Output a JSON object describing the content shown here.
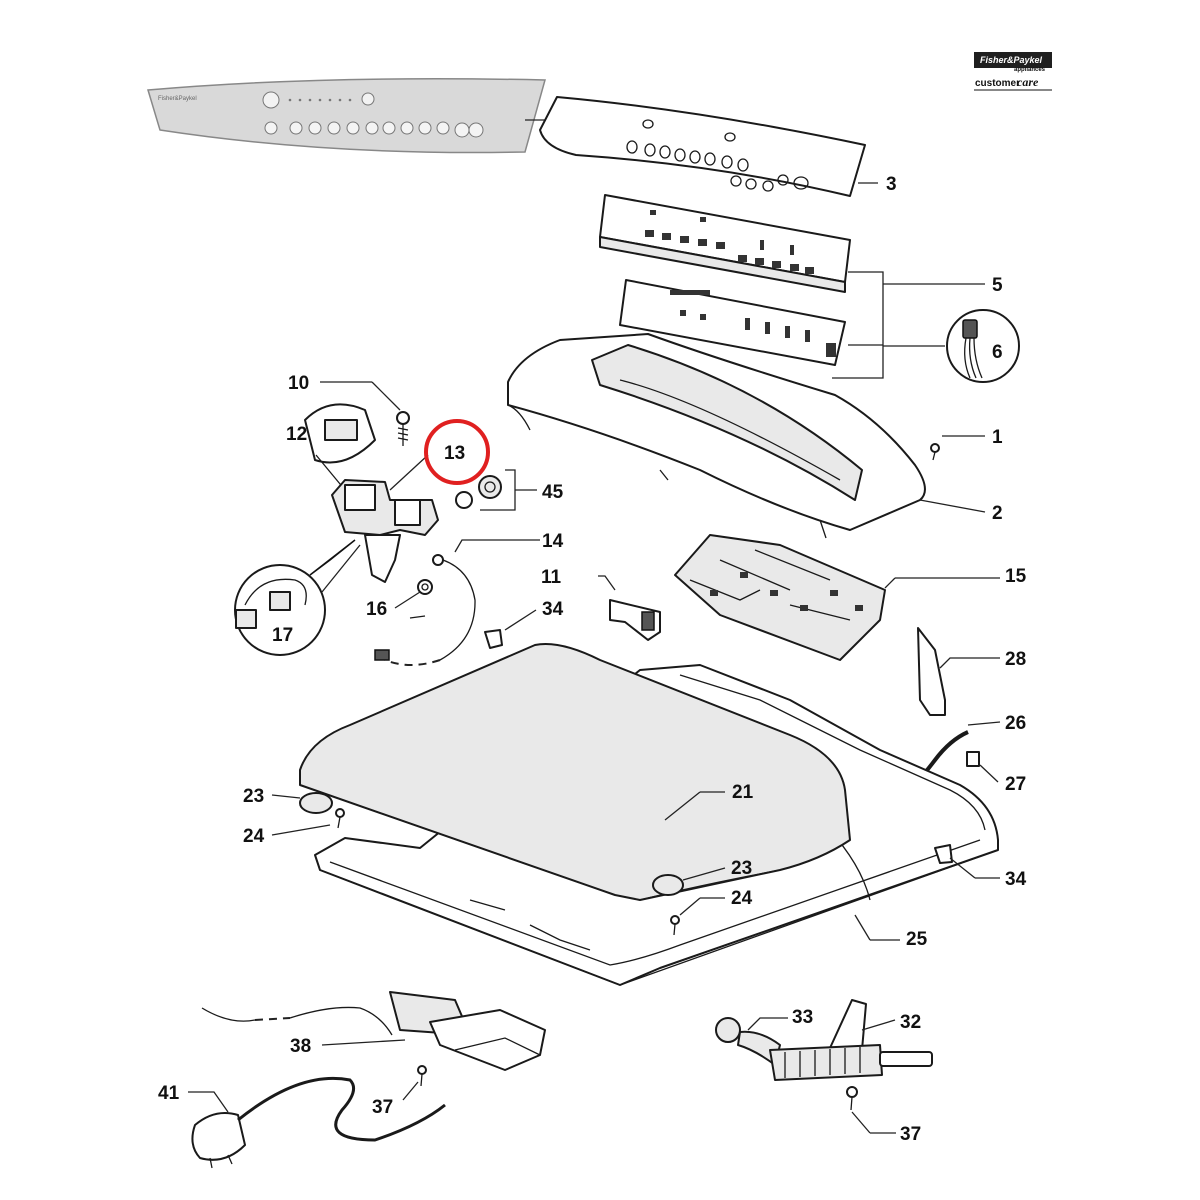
{
  "brand": {
    "name": "Fisher&Paykel",
    "tagline": "appliances",
    "service": "customer",
    "service_script": "care"
  },
  "panel_overlay_text": "Fisher&Paykel",
  "highlight": {
    "label": "13",
    "color": "#e02020"
  },
  "callouts": [
    {
      "id": "c3",
      "label": "3"
    },
    {
      "id": "c5",
      "label": "5"
    },
    {
      "id": "c6",
      "label": "6"
    },
    {
      "id": "c1",
      "label": "1"
    },
    {
      "id": "c2",
      "label": "2"
    },
    {
      "id": "c10",
      "label": "10"
    },
    {
      "id": "c12",
      "label": "12"
    },
    {
      "id": "c13",
      "label": "13"
    },
    {
      "id": "c45",
      "label": "45"
    },
    {
      "id": "c14",
      "label": "14"
    },
    {
      "id": "c16",
      "label": "16"
    },
    {
      "id": "c11",
      "label": "11"
    },
    {
      "id": "c15",
      "label": "15"
    },
    {
      "id": "c34a",
      "label": "34"
    },
    {
      "id": "c17",
      "label": "17"
    },
    {
      "id": "c28",
      "label": "28"
    },
    {
      "id": "c26",
      "label": "26"
    },
    {
      "id": "c27",
      "label": "27"
    },
    {
      "id": "c23a",
      "label": "23"
    },
    {
      "id": "c21",
      "label": "21"
    },
    {
      "id": "c24a",
      "label": "24"
    },
    {
      "id": "c23b",
      "label": "23"
    },
    {
      "id": "c34b",
      "label": "34"
    },
    {
      "id": "c24b",
      "label": "24"
    },
    {
      "id": "c25",
      "label": "25"
    },
    {
      "id": "c33",
      "label": "33"
    },
    {
      "id": "c32",
      "label": "32"
    },
    {
      "id": "c38",
      "label": "38"
    },
    {
      "id": "c41",
      "label": "41"
    },
    {
      "id": "c37a",
      "label": "37"
    },
    {
      "id": "c37b",
      "label": "37"
    }
  ]
}
